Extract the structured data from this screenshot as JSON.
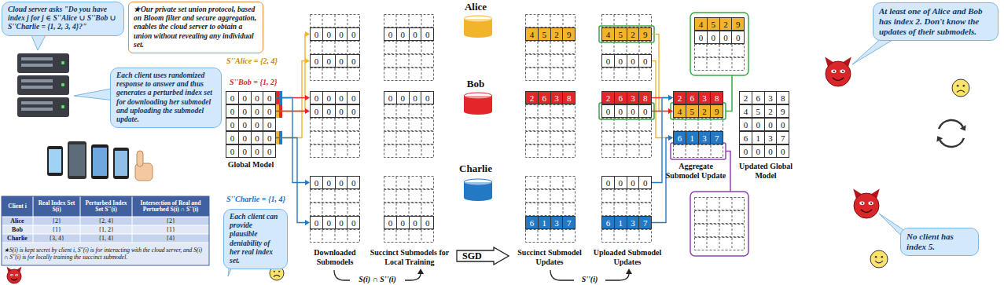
{
  "diagram": {
    "nodes": [
      {
        "text": [
          "Cloud server asks \"Do you have index j for j ∈ S''Alice ∪ S''Bob ∪ S''Charlie = {1, 2, 3, 4}?\""
        ]
      },
      {
        "text": [
          "★Our private set union protocol, based on Bloom filter and secure aggregation, enables the cloud server to obtain a union without revealing any individual set."
        ]
      },
      {
        "text": [
          "Each client uses randomized response to answer and thus generates a perturbed index set for downloading her submodel and uploading the submodel update."
        ]
      },
      {
        "text": [
          "Each client can provide plausible deniability of her real index set."
        ]
      },
      {
        "text": [
          "0",
          "0",
          "0",
          "0"
        ]
      },
      {
        "text": [
          "0",
          "0",
          "0",
          "0"
        ]
      },
      {
        "text": [
          "0",
          "0",
          "0",
          "0"
        ]
      },
      {
        "text": [
          "0",
          "0",
          "0",
          "0"
        ]
      },
      {
        "text": [
          "0",
          "0",
          "0",
          "0"
        ]
      },
      {
        "text": [
          "0",
          "0",
          "0",
          "0"
        ]
      },
      {
        "text": [
          "0",
          "0",
          "0",
          "0"
        ]
      },
      {
        "text": [
          "0",
          "0",
          "0",
          "0"
        ]
      },
      {
        "text": [
          "0",
          "0",
          "0",
          "0"
        ]
      },
      {
        "text": [
          "0",
          "0",
          "0",
          "0"
        ]
      },
      {
        "text": [
          "0",
          "0",
          "0",
          "0"
        ]
      },
      {
        "text": [
          "0",
          "0",
          "0",
          "0"
        ]
      },
      {
        "text": [
          "0",
          "0",
          "0",
          "0"
        ]
      },
      {
        "text": [
          "0",
          "0",
          "0",
          "0"
        ]
      },
      {
        "text": [
          "4",
          "5",
          "2",
          "9"
        ]
      },
      {
        "text": [
          "2",
          "6",
          "3",
          "8"
        ]
      },
      {
        "text": [
          "6",
          "1",
          "3",
          "7"
        ]
      },
      {
        "text": [
          "4",
          "5",
          "2",
          "9"
        ]
      },
      {
        "text": [
          "0",
          "0",
          "0",
          "0"
        ]
      },
      {
        "text": [
          "2",
          "6",
          "3",
          "8"
        ]
      },
      {
        "text": [
          "0",
          "0",
          "0",
          "0"
        ]
      },
      {
        "text": [
          "0",
          "0",
          "0",
          "0"
        ]
      },
      {
        "text": [
          "6",
          "1",
          "3",
          "7"
        ]
      },
      {
        "text": [
          "2",
          "6",
          "3",
          "8"
        ]
      },
      {
        "text": [
          "4",
          "5",
          "2",
          "9"
        ]
      },
      {
        "text": [
          "6",
          "1",
          "3",
          "7"
        ]
      },
      {
        "text": [
          "4",
          "5",
          "2",
          "9"
        ]
      },
      {
        "text": [
          "0",
          "0",
          "0",
          "0"
        ]
      },
      {
        "text": [
          "2",
          "6",
          "3",
          "8"
        ]
      },
      {
        "text": [
          "4",
          "5",
          "2",
          "9"
        ]
      },
      {
        "text": [
          "0",
          "0",
          "0",
          "0"
        ]
      },
      {
        "text": [
          "6",
          "1",
          "3",
          "7"
        ]
      },
      {
        "text": [
          "0",
          "0",
          "0",
          "0"
        ]
      },
      {
        "text": [
          "At least one of Alice and Bob has index 2. Don't know the updates of their submodels."
        ]
      },
      {
        "text": [
          "No client has index 5."
        ]
      },
      {
        "text": [
          "SGD"
        ]
      }
    ],
    "edges": [
      {
        "from": 5,
        "to": 9,
        "arrow": "to"
      },
      {
        "from": 7,
        "to": 10,
        "arrow": "to"
      },
      {
        "from": 4,
        "to": 11,
        "arrow": "to"
      },
      {
        "from": 5,
        "to": 12,
        "arrow": "to"
      },
      {
        "from": 4,
        "to": 13,
        "arrow": "to"
      },
      {
        "from": 7,
        "to": 14,
        "arrow": "to"
      },
      {
        "from": 21,
        "to": 28,
        "arrow": "to"
      },
      {
        "from": 22,
        "to": 29,
        "arrow": "to"
      },
      {
        "from": 23,
        "to": 27,
        "arrow": "to"
      },
      {
        "from": 24,
        "to": 28,
        "arrow": "to"
      },
      {
        "from": 25,
        "to": 27,
        "arrow": "to"
      },
      {
        "from": 26,
        "to": 29,
        "arrow": "to"
      }
    ],
    "labels": [
      "S''Alice = {2, 4}",
      "S''Bob = {1, 2}",
      "S''Charlie = {1, 4}",
      "Global Model",
      "Downloaded Submodels",
      "Succinct Submodels for Local Training",
      "Alice",
      "Bob",
      "Charlie",
      "Succinct Submodel Updates",
      "Uploaded Submodel Updates",
      "Aggregate Submodel Update",
      "Updated Global Model",
      "S(i) ∩ S''(i)",
      "S''(i)",
      "Client i",
      "Real Index Set S(i)",
      "Perturbed Index Set S''(i)",
      "Intersection of Real and Perturbed S(i) ∩ S''(i)",
      "Alice",
      "{2}",
      "{2, 4}",
      "{2}",
      "Bob",
      "{1}",
      "{1, 2}",
      "{1}",
      "Charlie",
      "{3, 4}",
      "{1, 4}",
      "{4}",
      "★S(i) is kept secret by client i, S''(i) is for interacting with the cloud server, and S(i) ∩ S''(i) is for locally training the succinct submodel."
    ]
  }
}
